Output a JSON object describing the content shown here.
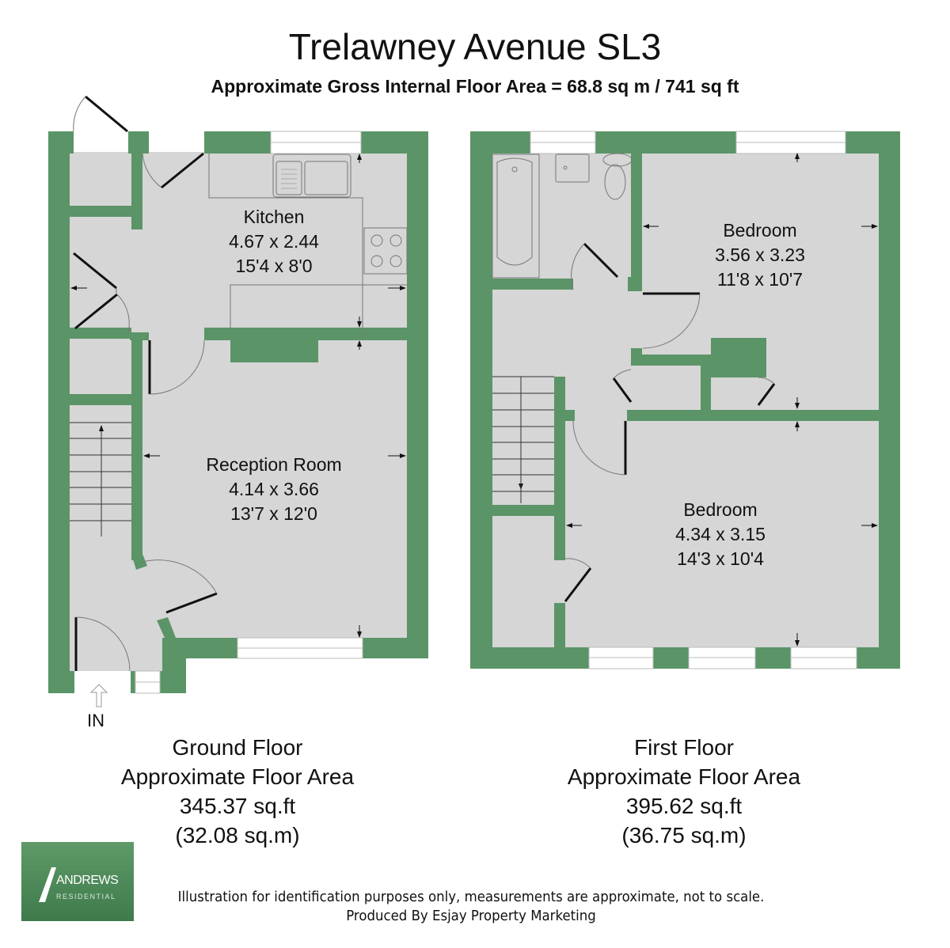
{
  "header": {
    "title": "Trelawney Avenue SL3",
    "subtitle": "Approximate Gross Internal Floor Area = 68.8 sq m / 741 sq ft"
  },
  "colors": {
    "wall": "#5b9467",
    "floor": "#d6d6d6",
    "door": "#111111",
    "window": "#ffffff"
  },
  "ground_floor": {
    "rooms": [
      {
        "name": "Kitchen",
        "metric": "4.67 x 2.44",
        "imperial": "15'4 x 8'0"
      },
      {
        "name": "Reception Room",
        "metric": "4.14 x 3.66",
        "imperial": "13'7 x 12'0"
      }
    ],
    "entrance_label": "IN",
    "label": "Ground Floor",
    "area_label": "Approximate Floor Area",
    "area_sqft": "345.37 sq.ft",
    "area_sqm": "(32.08 sq.m)"
  },
  "first_floor": {
    "rooms": [
      {
        "name": "Bedroom",
        "metric": "3.56 x 3.23",
        "imperial": "11'8 x 10'7"
      },
      {
        "name": "Bedroom",
        "metric": "4.34 x 3.15",
        "imperial": "14'3 x 10'4"
      }
    ],
    "label": "First Floor",
    "area_label": "Approximate Floor Area",
    "area_sqft": "395.62 sq.ft",
    "area_sqm": "(36.75 sq.m)"
  },
  "logo": {
    "name": "ANDREWS",
    "sub": "RESIDENTIAL"
  },
  "footer": {
    "disclaimer": "Illustration for identification purposes only, measurements are approximate, not to scale.",
    "producer": "Produced By Esjay Property Marketing"
  }
}
